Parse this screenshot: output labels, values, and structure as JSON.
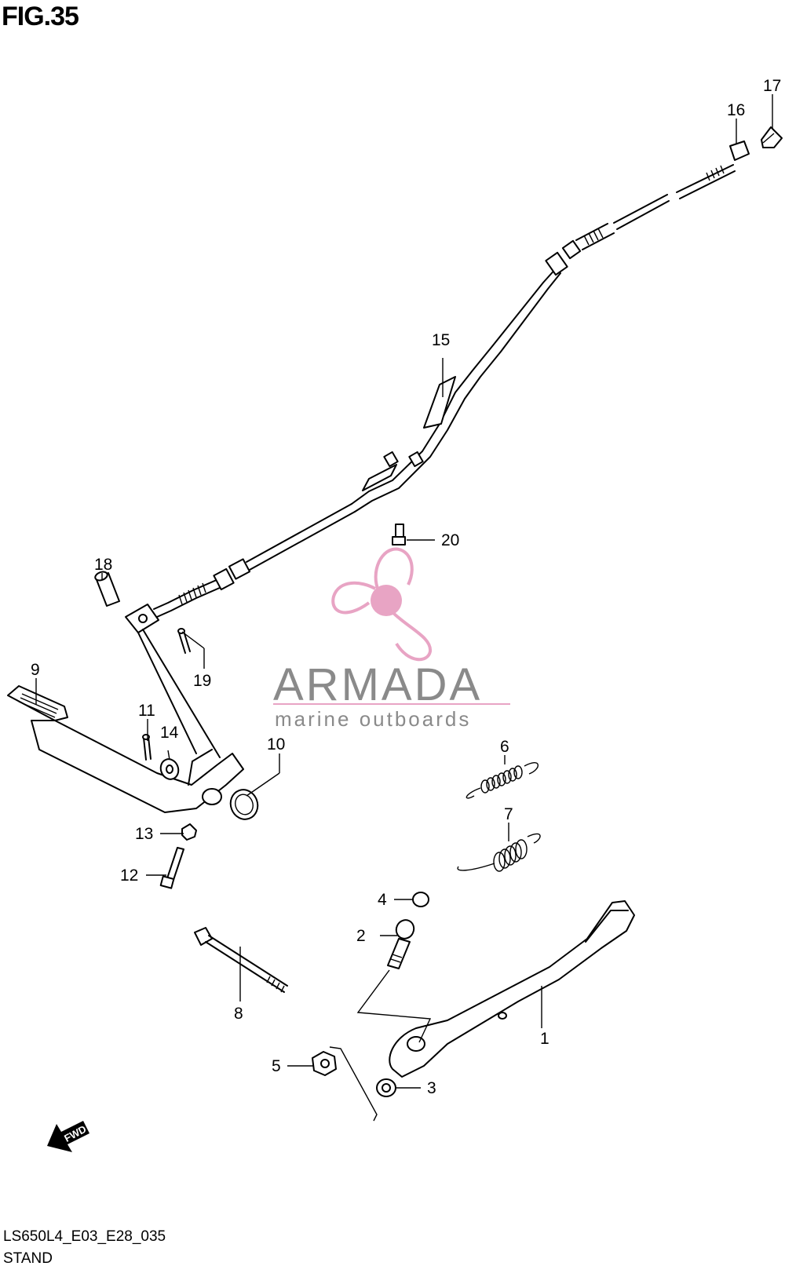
{
  "figure": {
    "title": "FIG.35"
  },
  "footer": {
    "code": "LS650L4_E03_E28_035",
    "name": "STAND"
  },
  "watermark": {
    "brand": "ARMADA",
    "tagline": "marine outboards",
    "color": "#e8a4c4",
    "text_color": "#8a8a8a"
  },
  "direction_arrow": {
    "label": "FWD"
  },
  "parts": [
    {
      "key": "p1",
      "number": "1"
    },
    {
      "key": "p2",
      "number": "2"
    },
    {
      "key": "p3",
      "number": "3"
    },
    {
      "key": "p4",
      "number": "4"
    },
    {
      "key": "p5",
      "number": "5"
    },
    {
      "key": "p6",
      "number": "6"
    },
    {
      "key": "p7",
      "number": "7"
    },
    {
      "key": "p8",
      "number": "8"
    },
    {
      "key": "p9",
      "number": "9"
    },
    {
      "key": "p10",
      "number": "10"
    },
    {
      "key": "p11",
      "number": "11"
    },
    {
      "key": "p12",
      "number": "12"
    },
    {
      "key": "p13",
      "number": "13"
    },
    {
      "key": "p14",
      "number": "14"
    },
    {
      "key": "p15",
      "number": "15"
    },
    {
      "key": "p16",
      "number": "16"
    },
    {
      "key": "p17",
      "number": "17"
    },
    {
      "key": "p18",
      "number": "18"
    },
    {
      "key": "p19",
      "number": "19"
    },
    {
      "key": "p20",
      "number": "20"
    }
  ]
}
